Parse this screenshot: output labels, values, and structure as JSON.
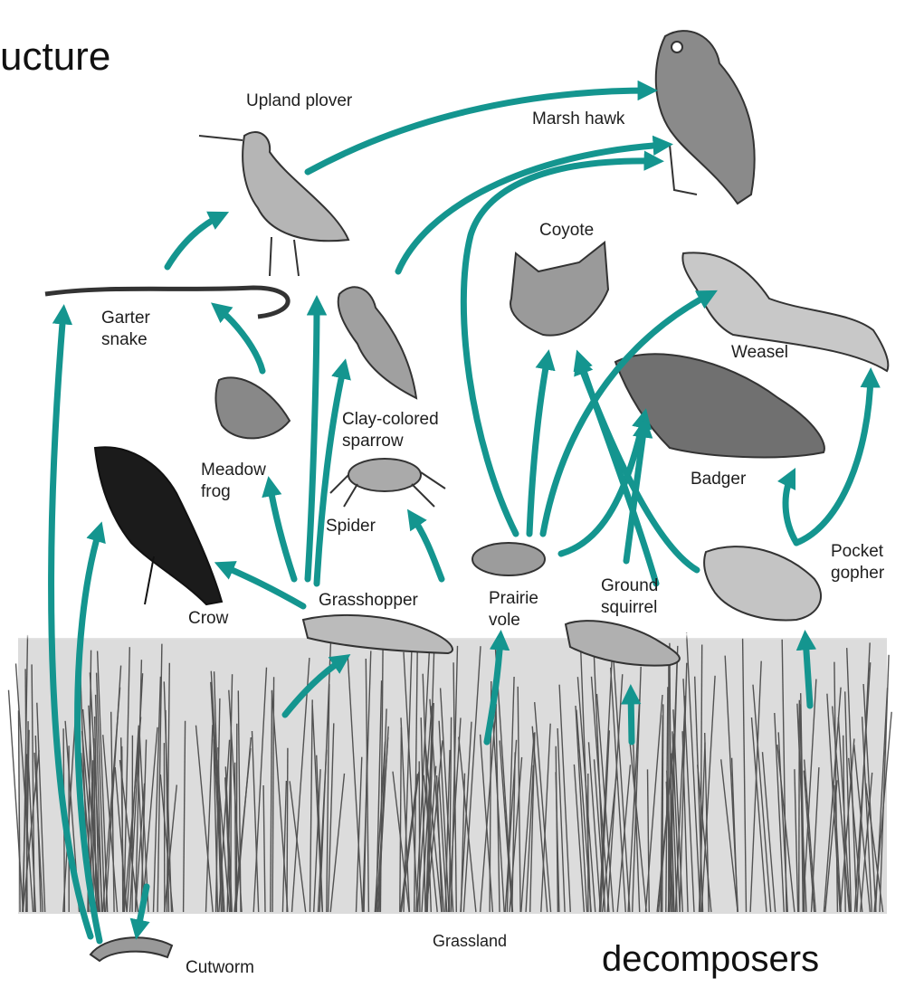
{
  "heading_fragment": "ucture",
  "footer_word": "decomposers",
  "habitat_label": "Grassland",
  "arrow_color": "#14958f",
  "organisms": {
    "upland_plover": "Upland plover",
    "marsh_hawk": "Marsh hawk",
    "coyote": "Coyote",
    "garter_snake": "Garter\nsnake",
    "weasel": "Weasel",
    "clay_colored_sparrow": "Clay-colored\nsparrow",
    "meadow_frog": "Meadow\nfrog",
    "spider": "Spider",
    "badger": "Badger",
    "pocket_gopher": "Pocket\ngopher",
    "crow": "Crow",
    "grasshopper": "Grasshopper",
    "prairie_vole": "Prairie\nvole",
    "ground_squirrel": "Ground\nsquirrel",
    "cutworm": "Cutworm"
  }
}
